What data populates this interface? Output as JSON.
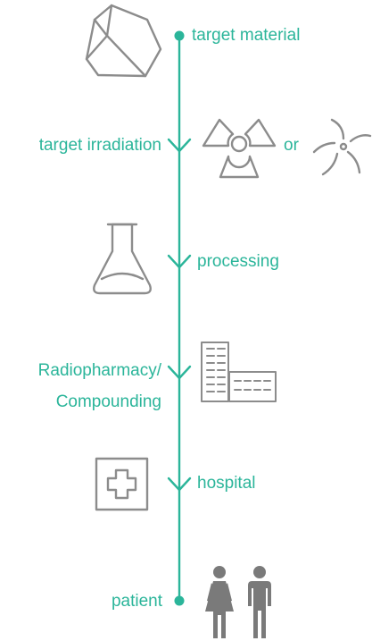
{
  "colors": {
    "accent": "#2bb59a",
    "icon": "#8c8c8c",
    "background": "#ffffff"
  },
  "steps": [
    {
      "label": "target material",
      "icon": "rock-chunk-icon"
    },
    {
      "label": "target irradiation",
      "icon": "radiation-trefoil-icon",
      "alt_connector": "or",
      "alt_icon": "accelerator-swirl-icon"
    },
    {
      "label": "processing",
      "icon": "erlenmeyer-flask-icon"
    },
    {
      "label_line1": "Radiopharmacy/",
      "label_line2": "Compounding",
      "icon": "building-icon"
    },
    {
      "label": "hospital",
      "icon": "medical-cross-icon"
    },
    {
      "label": "patient",
      "icon": "people-icon"
    }
  ]
}
